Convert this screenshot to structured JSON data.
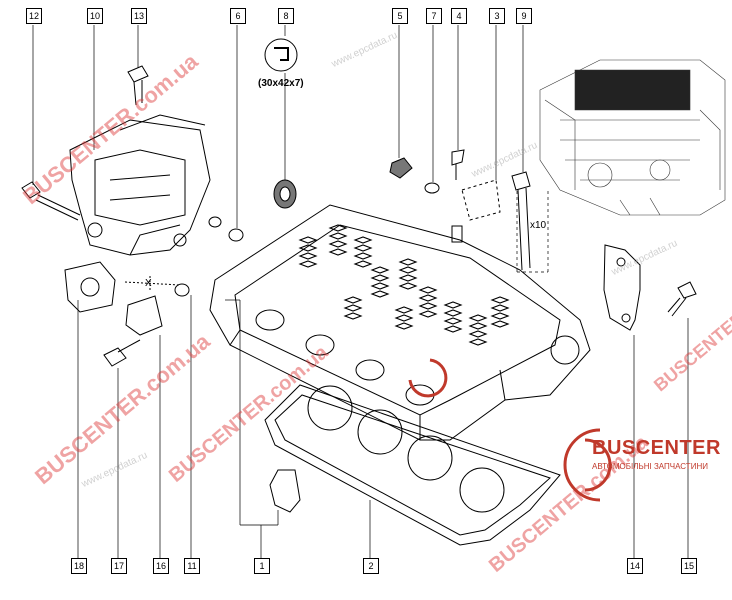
{
  "callouts_top": [
    "12",
    "10",
    "13",
    "6",
    "8",
    "5",
    "7",
    "4",
    "3",
    "9"
  ],
  "callouts_bottom": [
    "18",
    "17",
    "16",
    "11",
    "1",
    "2",
    "14",
    "15"
  ],
  "seal_spec": "(30x42x7)",
  "bolt_multiplier": "x10",
  "dimension_label": "X",
  "logo": {
    "name": "BUSCENTER",
    "tagline": "АВТОМОБІЛЬНІ ЗАПЧАСТИНИ"
  },
  "watermarks": {
    "big": [
      "BUSCENTER.com.ua",
      "BUSCENTER.com.ua",
      "BUSCENTER.com.ua",
      "BUSCENTER.com.ua",
      "BUSCENTER.com.ua"
    ],
    "small": [
      "www.epcdata.ru",
      "www.epcdata.ru",
      "www.epcdata.ru",
      "www.epcdata.ru"
    ]
  },
  "colors": {
    "watermark_red": "#dc3232",
    "logo_red": "#c0392b",
    "line": "#000000"
  }
}
